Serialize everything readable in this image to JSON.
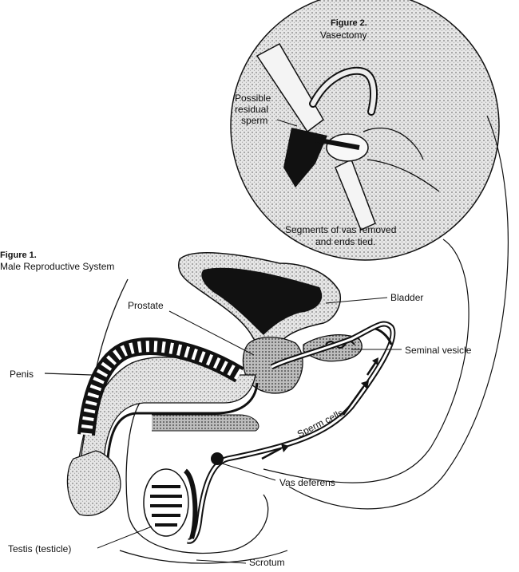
{
  "figure1": {
    "number": "Figure 1.",
    "title": "Male Reproductive System"
  },
  "figure2": {
    "number": "Figure 2.",
    "title": "Vasectomy",
    "residual_line1": "Possible",
    "residual_line2": "residual",
    "residual_line3": "sperm",
    "segments_line1": "Segments of vas removed",
    "segments_line2": "and ends tied."
  },
  "labels": {
    "prostate": "Prostate",
    "bladder": "Bladder",
    "seminal_vesicle": "Seminal vesicle",
    "penis": "Penis",
    "sperm_cells": "Sperm cells",
    "vas_deferens": "Vas deferens",
    "testis": "Testis (testicle)",
    "scrotum": "Scrotum"
  }
}
